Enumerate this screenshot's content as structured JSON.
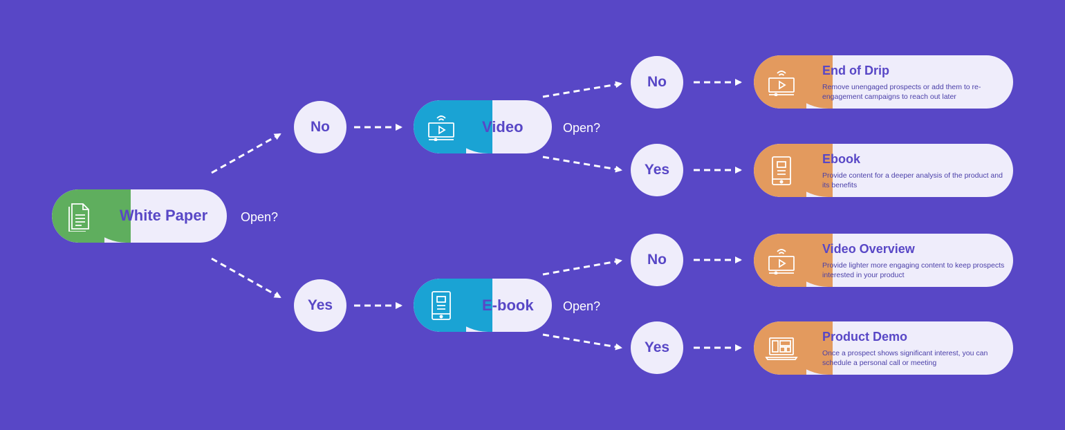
{
  "root": {
    "label": "White Paper",
    "question": "Open?",
    "icon": "document-icon",
    "color": "#5fae5e"
  },
  "branch_no": {
    "answer": "No",
    "label": "Video",
    "question": "Open?",
    "icon": "video-icon",
    "color": "#1aa3d4"
  },
  "branch_yes": {
    "answer": "Yes",
    "label": "E-book",
    "question": "Open?",
    "icon": "ebook-icon",
    "color": "#1aa3d4"
  },
  "outcomes": [
    {
      "answer": "No",
      "title": "End of Drip",
      "desc": "Remove unengaged prospects or add them to re-engagement campaigns to reach out later",
      "icon": "video-icon"
    },
    {
      "answer": "Yes",
      "title": "Ebook",
      "desc": "Provide content for a deeper analysis of the product and its benefits",
      "icon": "ebook-icon"
    },
    {
      "answer": "No",
      "title": "Video Overview",
      "desc": "Provide lighter more engaging content to keep prospects interested in your product",
      "icon": "video-icon"
    },
    {
      "answer": "Yes",
      "title": "Product Demo",
      "desc": "Once a prospect shows significant interest, you can schedule a personal call or meeting",
      "icon": "laptop-icon"
    }
  ],
  "colors": {
    "background": "#5847c6",
    "pill": "#efedfb",
    "text": "#5847c6",
    "outcome_accent": "#e39a5e"
  }
}
